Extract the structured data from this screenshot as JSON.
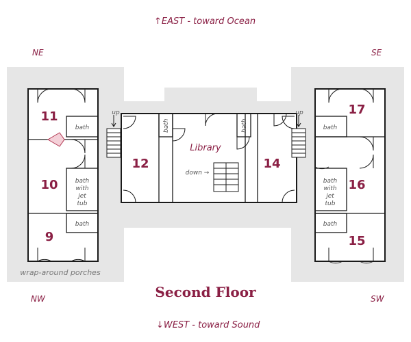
{
  "directions": {
    "north": "↑EAST - toward Ocean",
    "south": "↓WEST - toward Sound",
    "ne": "NE",
    "se": "SE",
    "nw": "NW",
    "sw": "SW"
  },
  "title": "Second Floor",
  "porches_label": "wrap-around porches",
  "library_label": "Library",
  "down_label": "down →",
  "up_label": "up",
  "bath_label": "bath",
  "jet_bath_lines": [
    "bath",
    "with",
    "jet",
    "tub"
  ],
  "rooms": {
    "r9": "9",
    "r10": "10",
    "r11": "11",
    "r12": "12",
    "r14": "14",
    "r15": "15",
    "r16": "16",
    "r17": "17"
  },
  "colors": {
    "accent": "#8a1f44",
    "porch": "#e6e6e6",
    "wall": "#1a1a1a",
    "label_gray": "#555555"
  }
}
